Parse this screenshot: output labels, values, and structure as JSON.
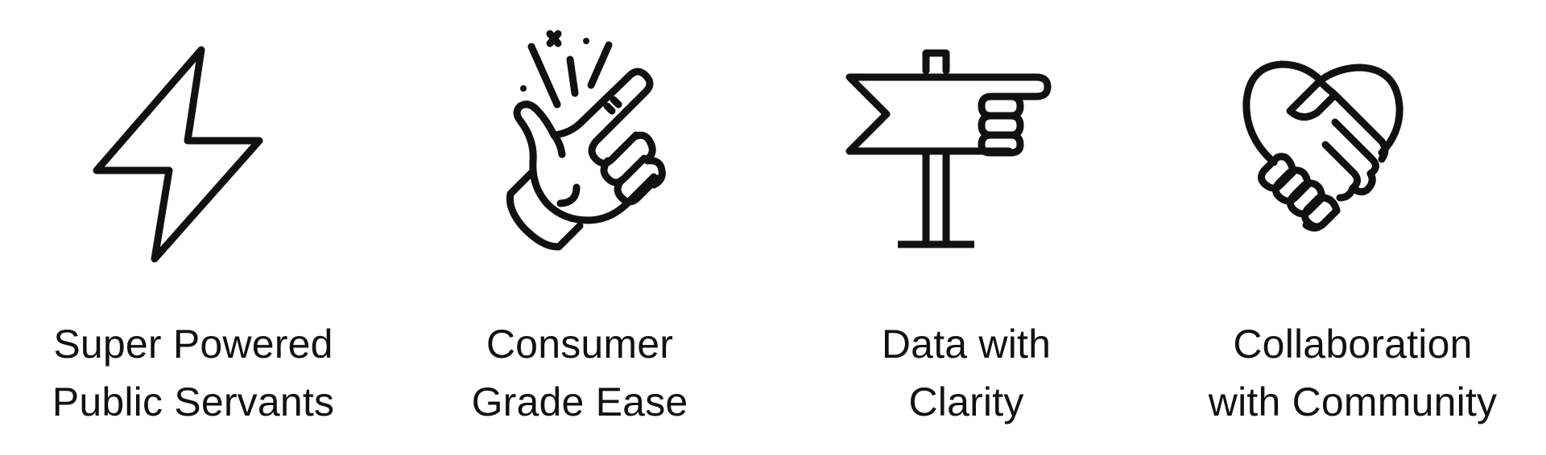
{
  "features": [
    {
      "icon": "lightning-bolt-icon",
      "line1": "Super Powered",
      "line2": "Public Servants"
    },
    {
      "icon": "finger-snap-icon",
      "line1": "Consumer",
      "line2": "Grade Ease"
    },
    {
      "icon": "signpost-pointing-hand-icon",
      "line1": "Data with",
      "line2": "Clarity"
    },
    {
      "icon": "heart-handshake-icon",
      "line1": "Collaboration",
      "line2": "with Community"
    }
  ],
  "colors": {
    "ink": "#111111",
    "background": "#ffffff"
  }
}
